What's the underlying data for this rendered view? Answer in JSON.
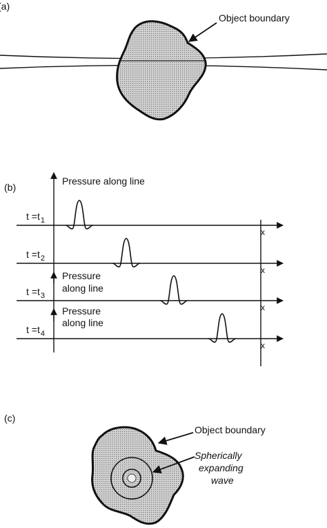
{
  "panel_a": {
    "label": "(a)",
    "object_boundary": "Object boundary"
  },
  "panel_b": {
    "label": "(b)",
    "pressure_along_line_1": "Pressure along line",
    "pressure_along_line_2": "Pressure\nalong line",
    "pressure_along_line_3": "Pressure\nalong line",
    "rows": [
      {
        "t_prefix": "t =t",
        "subscript": "1",
        "x_label": "x"
      },
      {
        "t_prefix": "t =t",
        "subscript": "2",
        "x_label": "x"
      },
      {
        "t_prefix": "t =t",
        "subscript": "3",
        "x_label": "x"
      },
      {
        "t_prefix": "t =t",
        "subscript": "4",
        "x_label": "x"
      }
    ]
  },
  "panel_c": {
    "label": "(c)",
    "object_boundary": "Object boundary",
    "wave_line1": "Spherically",
    "wave_line2": "expanding",
    "wave_line3": "wave"
  }
}
